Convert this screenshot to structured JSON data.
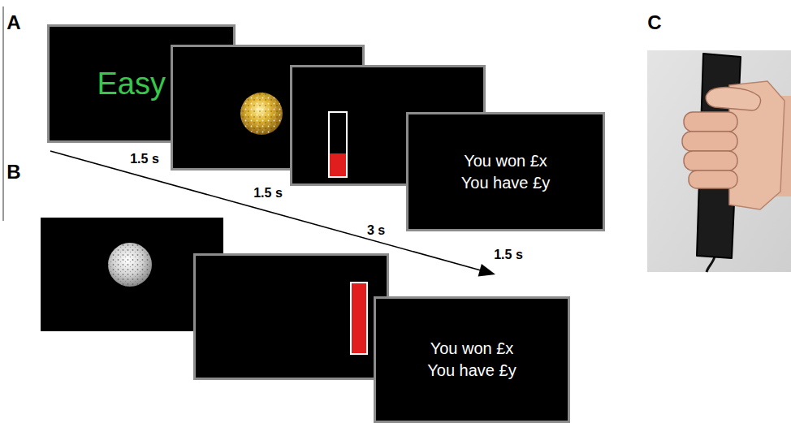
{
  "diagram": {
    "nodes": [
      {
        "text": [
          "Easy"
        ]
      },
      {
        "text": [
          "You won £x",
          "You have £y"
        ]
      },
      {
        "text": [
          "You won £x",
          "You have £y"
        ]
      }
    ],
    "labels": [
      "A",
      "B",
      "C",
      "1.5 s",
      "1.5 s",
      "3 s",
      "1.5 s"
    ]
  }
}
